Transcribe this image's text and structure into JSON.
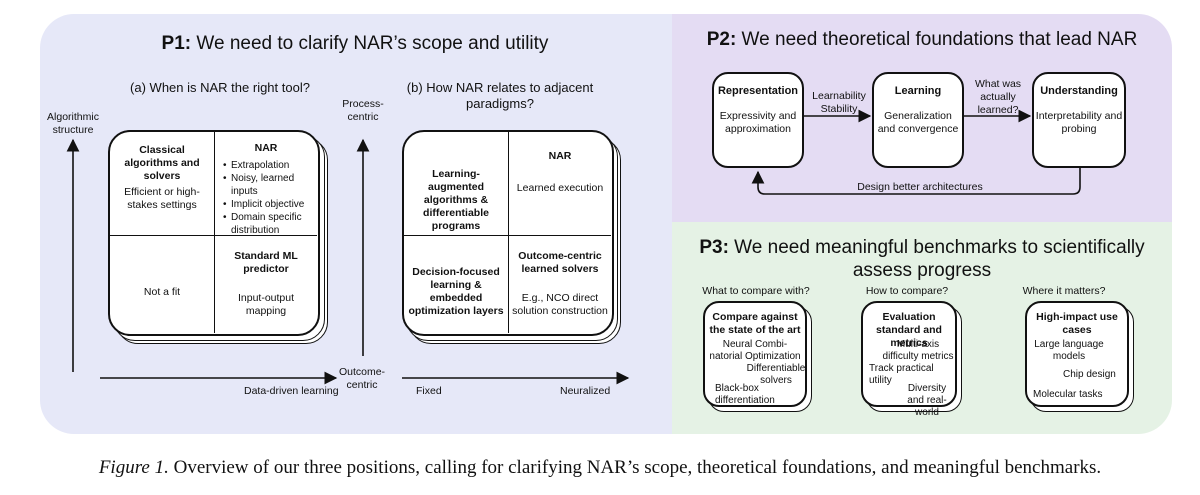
{
  "p1": {
    "title_bold": "P1:",
    "title_rest": " We need to clarify NAR’s scope and utility",
    "a": {
      "heading": "(a) When is NAR the right tool?",
      "y_label": "Algorithmic structure",
      "x_label": "Data-driven learning",
      "tl_title": "Classical algorithms and solvers",
      "tl_desc": "Efficient or high-stakes settings",
      "tr_title": "NAR",
      "tr_bullets": [
        "Extrapolation",
        "Noisy, learned inputs",
        "Implicit objective",
        "Domain specific distribution"
      ],
      "bl_desc": "Not a fit",
      "br_title": "Standard ML predictor",
      "br_desc": "Input-output mapping"
    },
    "b": {
      "heading": "(b) How NAR relates to adjacent paradigms?",
      "y_label": "Process-centric",
      "y_bottom_label": "Outcome-centric",
      "x_left": "Fixed",
      "x_right": "Neuralized",
      "tl_title": "Learning-augmented algorithms & differentiable programs",
      "tr_title": "NAR",
      "tr_desc": "Learned execution",
      "bl_title": "Decision-focused learning & embedded optimization layers",
      "br_title": "Outcome-centric learned solvers",
      "br_desc": "E.g., NCO direct solution construction"
    }
  },
  "p2": {
    "title_bold": "P2:",
    "title_rest": " We need theoretical foundations that lead NAR",
    "nodes": [
      {
        "title": "Representation",
        "desc": "Expressivity and approximation"
      },
      {
        "title": "Learning",
        "desc": "Generalization and convergence"
      },
      {
        "title": "Understanding",
        "desc": "Interpretability and probing"
      }
    ],
    "edge1_label": "Learnability Stability",
    "edge2_label": "What was actually learned?",
    "feedback_label": "Design better architectures"
  },
  "p3": {
    "title_bold": "P3:",
    "title_rest": " We need meaningful benchmarks to scientifically assess progress",
    "cols": [
      {
        "question": "What to compare with?",
        "title": "Compare against the state of the art",
        "items": [
          "Neural Combi-natorial Optimization",
          "Differentiable solvers",
          "Black-box differentiation"
        ]
      },
      {
        "question": "How to compare?",
        "title": "Evaluation standard and metrics",
        "items": [
          "Multi-axis difficulty metrics",
          "Track practical utility",
          "Diversity and real-world"
        ]
      },
      {
        "question": "Where it matters?",
        "title": "High-impact use cases",
        "items": [
          "Large language models",
          "Chip design",
          "Molecular tasks"
        ]
      }
    ]
  },
  "caption": {
    "label": "Figure 1.",
    "text": " Overview of our three positions, calling for clarifying NAR’s scope, theoretical foundations, and meaningful benchmarks."
  }
}
